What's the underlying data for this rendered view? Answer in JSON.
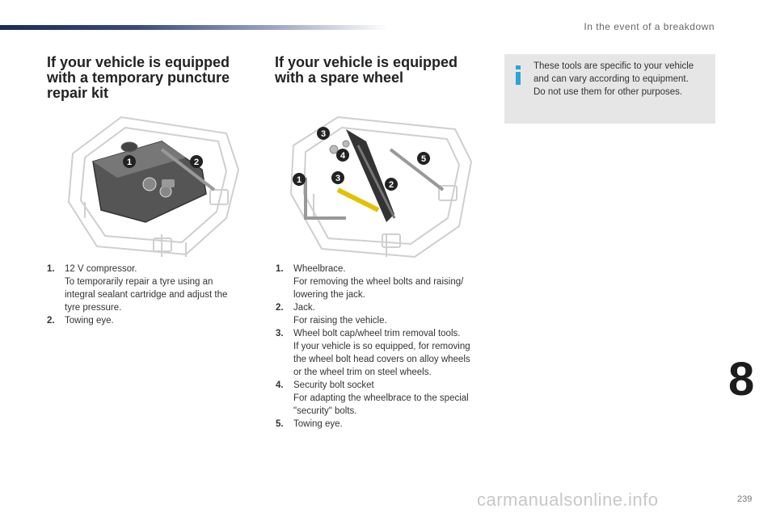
{
  "header": {
    "chapter_title": "In the event of a breakdown"
  },
  "left_section": {
    "title_lines": [
      "If your vehicle is equipped",
      "with a temporary puncture",
      "repair kit"
    ],
    "callouts": [
      "1",
      "2"
    ],
    "items": [
      {
        "num": "1.",
        "lines": [
          "12 V compressor.",
          "To temporarily repair a tyre using an",
          "integral sealant cartridge and adjust the",
          "tyre pressure."
        ]
      },
      {
        "num": "2.",
        "lines": [
          "Towing eye."
        ]
      }
    ]
  },
  "middle_section": {
    "title_lines": [
      "If your vehicle is equipped",
      "with a spare wheel"
    ],
    "callouts": [
      "1",
      "2",
      "3",
      "3",
      "4",
      "5"
    ],
    "items": [
      {
        "num": "1.",
        "lines": [
          "Wheelbrace.",
          "For removing the wheel bolts and raising/",
          "lowering the jack."
        ]
      },
      {
        "num": "2.",
        "lines": [
          "Jack.",
          "For raising the vehicle."
        ]
      },
      {
        "num": "3.",
        "lines": [
          "Wheel bolt cap/wheel trim removal tools.",
          "If your vehicle is so equipped, for removing",
          "the wheel bolt head covers on alloy wheels",
          "or the wheel trim on steel wheels."
        ]
      },
      {
        "num": "4.",
        "lines": [
          "Security bolt socket",
          "For adapting the wheelbrace to the special",
          "\"security\" bolts."
        ]
      },
      {
        "num": "5.",
        "lines": [
          "Towing eye."
        ]
      }
    ]
  },
  "info_box": {
    "icon": "info-icon",
    "lines": [
      "These tools are specific to your vehicle",
      "and can vary according to equipment.",
      "Do not use them for other purposes."
    ]
  },
  "chapter_number": "8",
  "page_number": "239",
  "watermark": "carmanualsonline.info",
  "colors": {
    "accent_blue": "#2aa5d8",
    "header_navy": "#1c2a56",
    "info_bg": "#e6e6e6"
  }
}
